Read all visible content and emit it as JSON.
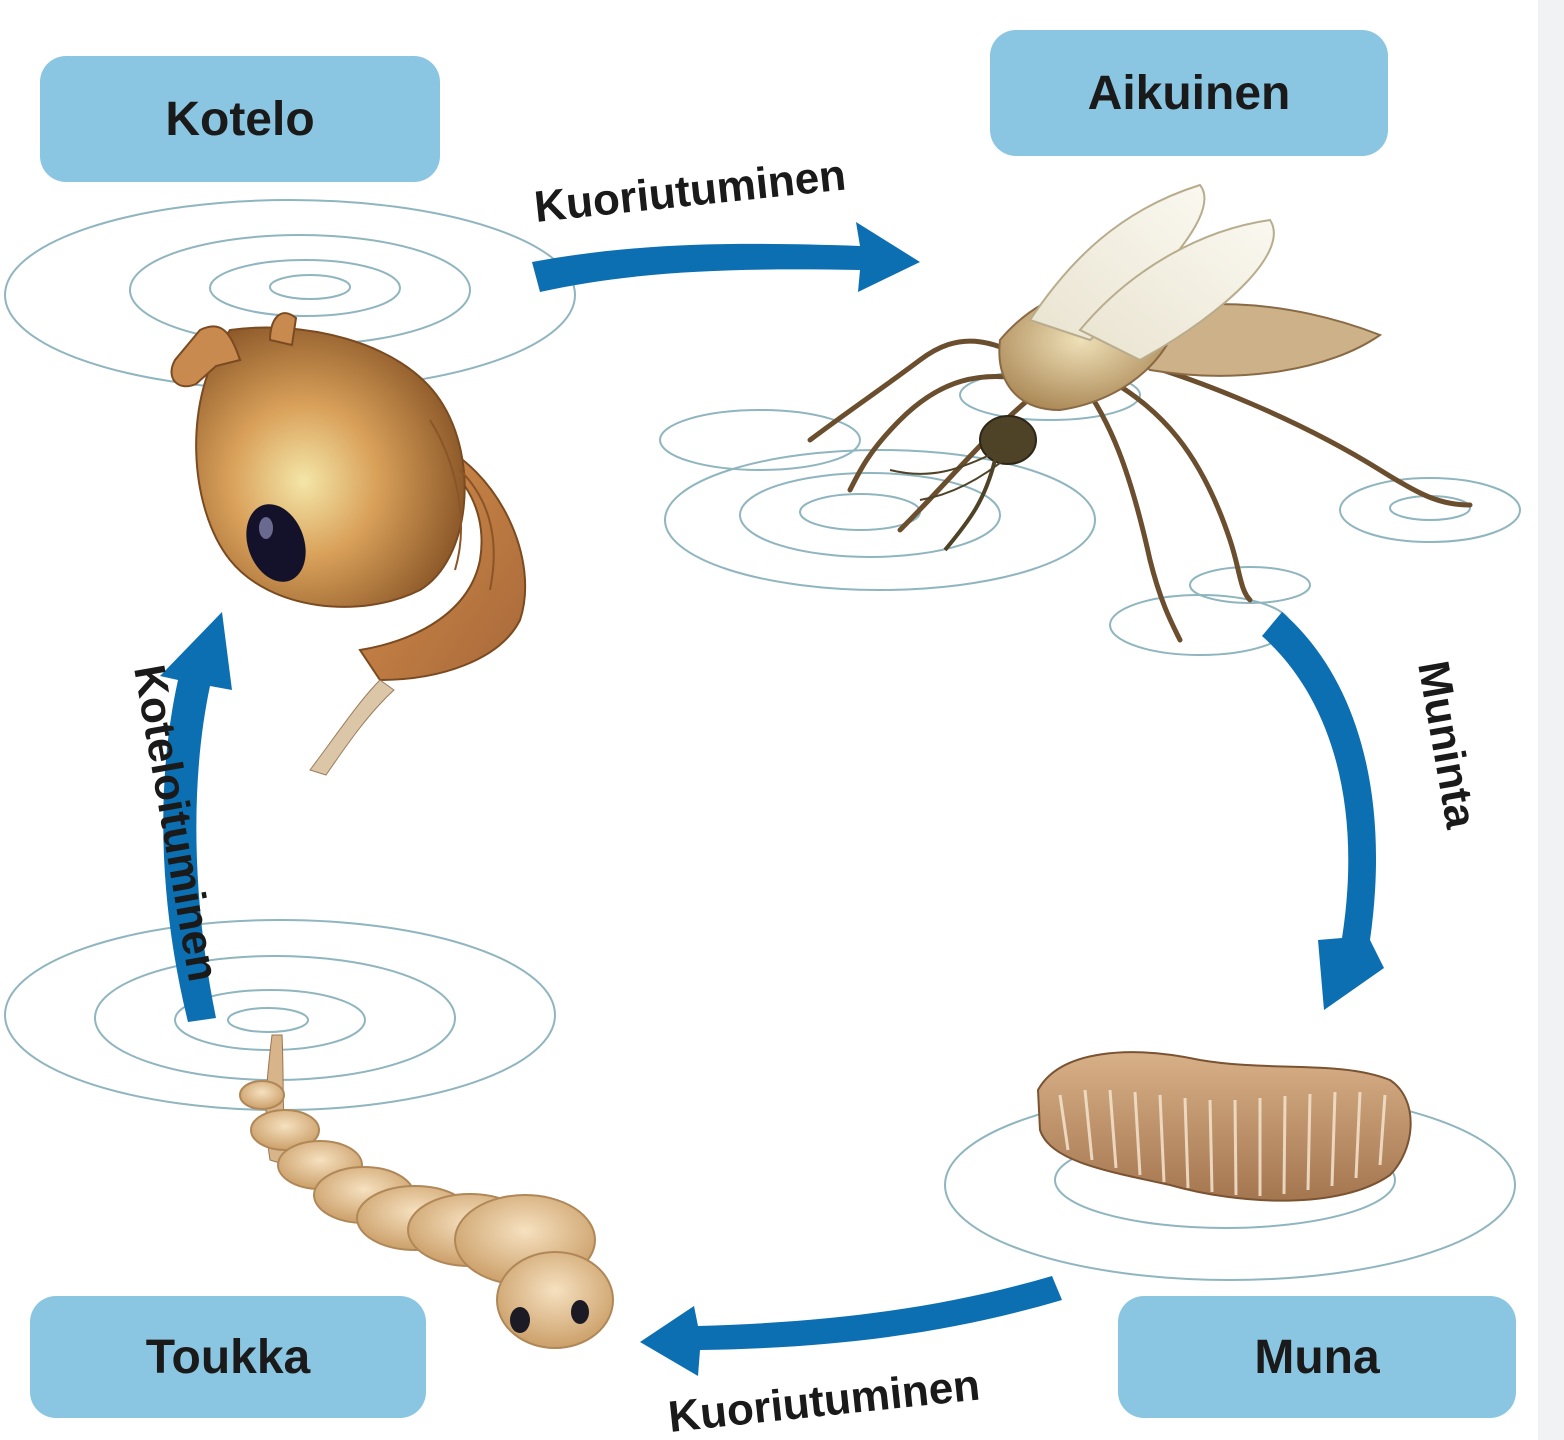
{
  "stages": {
    "pupa": "Kotelo",
    "adult": "Aikuinen",
    "larva": "Toukka",
    "egg": "Muna"
  },
  "transitions": {
    "pupa_to_adult": "Kuoriutuminen",
    "adult_to_egg": "Muninta",
    "egg_to_larva": "Kuoriutuminen",
    "larva_to_pupa": "Koteloituminen"
  },
  "colors": {
    "stage_box": "#8ac6e2",
    "arrow": "#0b6fb2",
    "ripple": "#8fb5bf"
  }
}
